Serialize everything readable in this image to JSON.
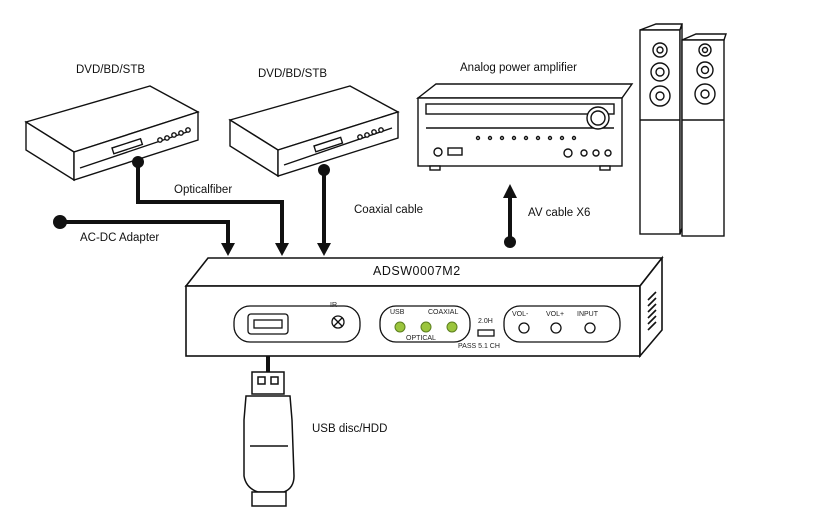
{
  "labels": {
    "dvd_left": "DVD/BD/STB",
    "dvd_mid": "DVD/BD/STB",
    "amplifier": "Analog power amplifier",
    "optical": "Opticalfiber",
    "coaxial": "Coaxial cable",
    "av_cable": "AV cable X6",
    "adapter": "AC-DC Adapter",
    "device": "ADSW0007M2",
    "usb": "USB disc/HDD"
  },
  "panel": {
    "ir": "IR",
    "usb": "USB",
    "coaxial": "COAXIAL",
    "optical": "OPTICAL",
    "mode_20": "2.0H",
    "mode_51": "PASS 5.1 CH",
    "vol_minus": "VOL-",
    "vol_plus": "VOL+",
    "input": "INPUT"
  },
  "colors": {
    "line": "#111111",
    "led": "#9bc53d"
  }
}
